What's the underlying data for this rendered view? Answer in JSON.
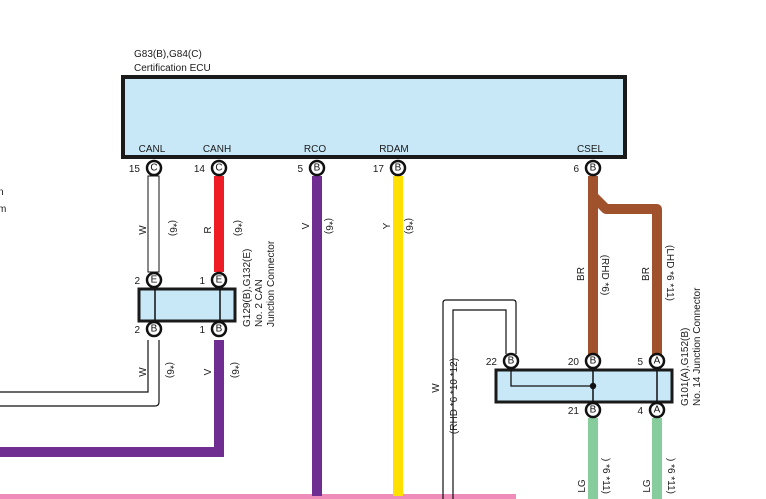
{
  "left_edge_text": [
    "n",
    "m"
  ],
  "ecu": {
    "title_line1": "G83(B),G84(C)",
    "title_line2": "Certification ECU",
    "fill": "#c8e8f8",
    "terminals": [
      {
        "name": "CANL",
        "pin": "15",
        "connector": "C"
      },
      {
        "name": "CANH",
        "pin": "14",
        "connector": "C"
      },
      {
        "name": "RCO",
        "pin": "5",
        "connector": "B"
      },
      {
        "name": "RDAM",
        "pin": "17",
        "connector": "B"
      },
      {
        "name": "CSEL",
        "pin": "6",
        "connector": "B"
      }
    ]
  },
  "junction_can": {
    "line1": "G129(B),G132(E)",
    "line2": "No. 2 CAN",
    "line3": "Junction Connector",
    "top_pins": [
      {
        "pin": "2",
        "connector": "E"
      },
      {
        "pin": "1",
        "connector": "E"
      }
    ],
    "bottom_pins": [
      {
        "pin": "2",
        "connector": "B"
      },
      {
        "pin": "1",
        "connector": "B"
      }
    ]
  },
  "junction_14": {
    "line1": "G101(A),G152(B)",
    "line2": "No. 14 Junction Connector",
    "top_pins": [
      {
        "pin": "22",
        "connector": "B"
      },
      {
        "pin": "20",
        "connector": "B"
      },
      {
        "pin": "5",
        "connector": "A"
      }
    ],
    "bottom_pins": [
      {
        "pin": "21",
        "connector": "B"
      },
      {
        "pin": "4",
        "connector": "A"
      }
    ]
  },
  "wires": {
    "canl_upper": {
      "color_code": "W",
      "note": "(*6)",
      "hex": "#ffffff"
    },
    "canh_upper": {
      "color_code": "R",
      "note": "(*6)",
      "hex": "#ee1c24"
    },
    "rco": {
      "color_code": "V",
      "note": "(*6)",
      "hex": "#6f2c91"
    },
    "rdam": {
      "color_code": "Y",
      "note": "(*6)",
      "hex": "#ffe000"
    },
    "canl_lower": {
      "color_code": "W",
      "note": "(*6)",
      "hex": "#ffffff"
    },
    "canh_lower": {
      "color_code": "V",
      "note": "(*6)",
      "hex": "#6f2c91"
    },
    "csel_rhd": {
      "color_code": "BR",
      "note": "(RHD *6)",
      "hex": "#a0522d"
    },
    "csel_lhd": {
      "color_code": "BR",
      "note": "(LHD *6 *11)",
      "hex": "#a0522d"
    },
    "jc22": {
      "color_code": "W",
      "note": "(RHD *6 *10 *12)",
      "hex": "#ffffff"
    },
    "lg1": {
      "color_code": "LG",
      "note": ") *6 *11)",
      "hex": "#86cc9c"
    },
    "lg2": {
      "color_code": "LG",
      "note": ") *6 *11)",
      "hex": "#86cc9c"
    },
    "pink_bus": {
      "hex": "#f08cba"
    }
  }
}
